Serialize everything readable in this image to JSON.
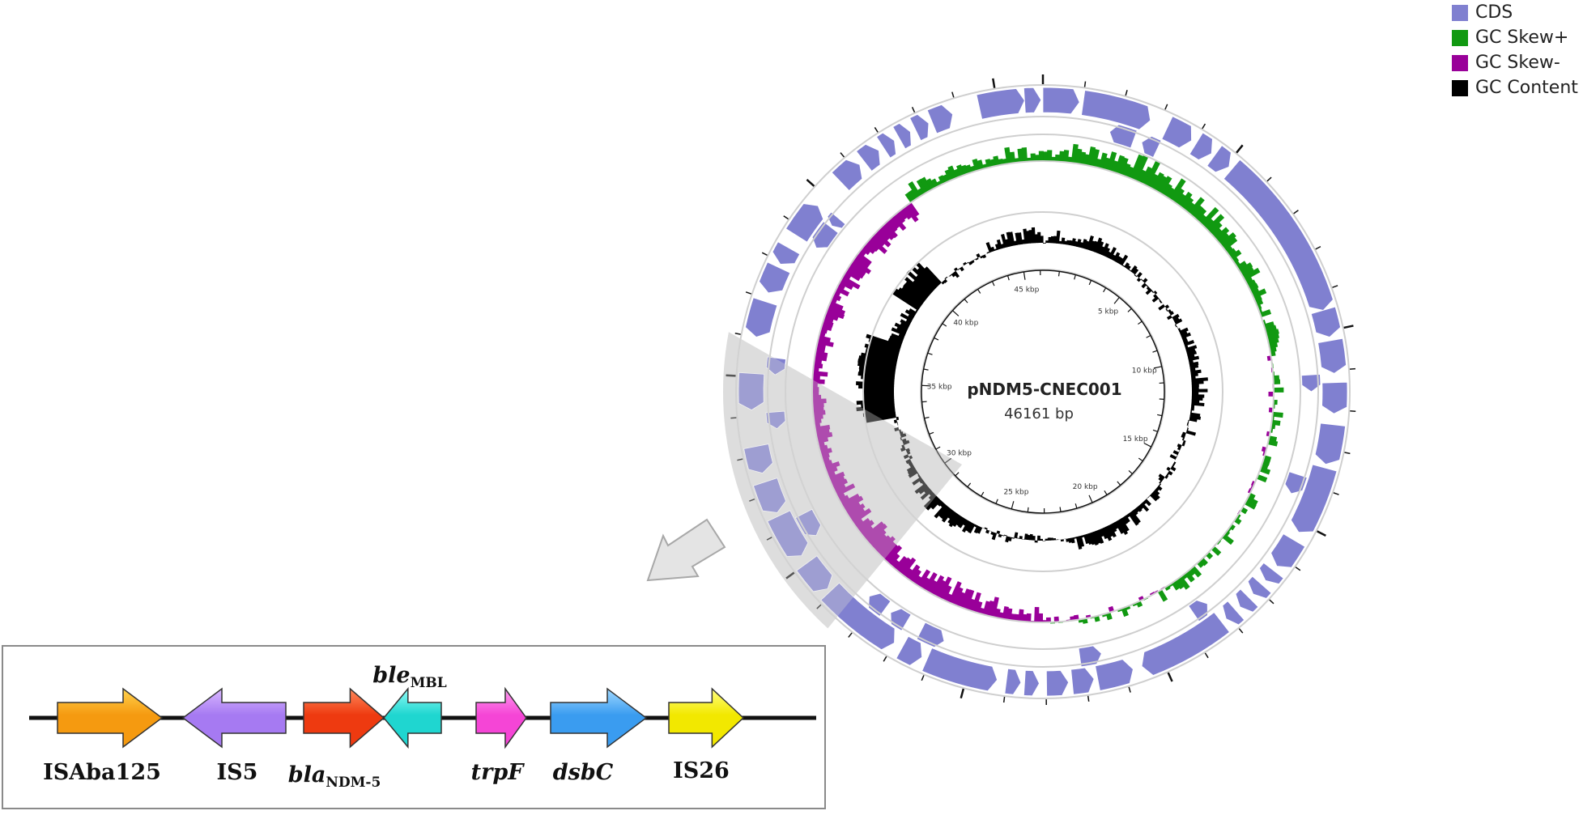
{
  "plasmid": {
    "name": "pNDM5-CNEC001",
    "size_label": "46161 bp",
    "length_bp": 46161
  },
  "legend": [
    {
      "label": "CDS",
      "color": "#8080d0"
    },
    {
      "label": "GC Skew+",
      "color": "#119911"
    },
    {
      "label": "GC Skew-",
      "color": "#990099"
    },
    {
      "label": "GC Content",
      "color": "#000000"
    }
  ],
  "scale_ticks": [
    {
      "kbp": 5,
      "label": "5 kbp"
    },
    {
      "kbp": 10,
      "label": "10 kbp"
    },
    {
      "kbp": 15,
      "label": "15 kbp"
    },
    {
      "kbp": 20,
      "label": "20 kbp"
    },
    {
      "kbp": 25,
      "label": "25 kbp"
    },
    {
      "kbp": 30,
      "label": "30 kbp"
    },
    {
      "kbp": 35,
      "label": "35 kbp"
    },
    {
      "kbp": 40,
      "label": "40 kbp"
    },
    {
      "kbp": 45,
      "label": "45 kbp"
    }
  ],
  "zoom_region_kbp": [
    28.5,
    36
  ],
  "gene_map": {
    "genes": [
      {
        "name": "ISAba125",
        "strand": "+",
        "color_light": "#ffd24d",
        "color_dark": "#f59a10",
        "label_style": "bold"
      },
      {
        "name": "IS5",
        "strand": "-",
        "color_light": "#d9b8ff",
        "color_dark": "#a67af2",
        "label_style": "bold"
      },
      {
        "name": "bla",
        "sub": "NDM-5",
        "strand": "+",
        "color_light": "#ff8a5c",
        "color_dark": "#ee3a10",
        "label_style": "italic"
      },
      {
        "name": "ble",
        "sub": "MBL",
        "strand": "-",
        "color_light": "#8ffaf5",
        "color_dark": "#1fd6d0",
        "label_style": "italic"
      },
      {
        "name": "trpF",
        "strand": "+",
        "color_light": "#ff9cf0",
        "color_dark": "#f545d6",
        "label_style": "italic"
      },
      {
        "name": "dsbC",
        "strand": "+",
        "color_light": "#9fd8ff",
        "color_dark": "#3a9cf0",
        "label_style": "italic"
      },
      {
        "name": "IS26",
        "strand": "+",
        "color_light": "#ffff80",
        "color_dark": "#f2e800",
        "label_style": "bold"
      }
    ]
  }
}
